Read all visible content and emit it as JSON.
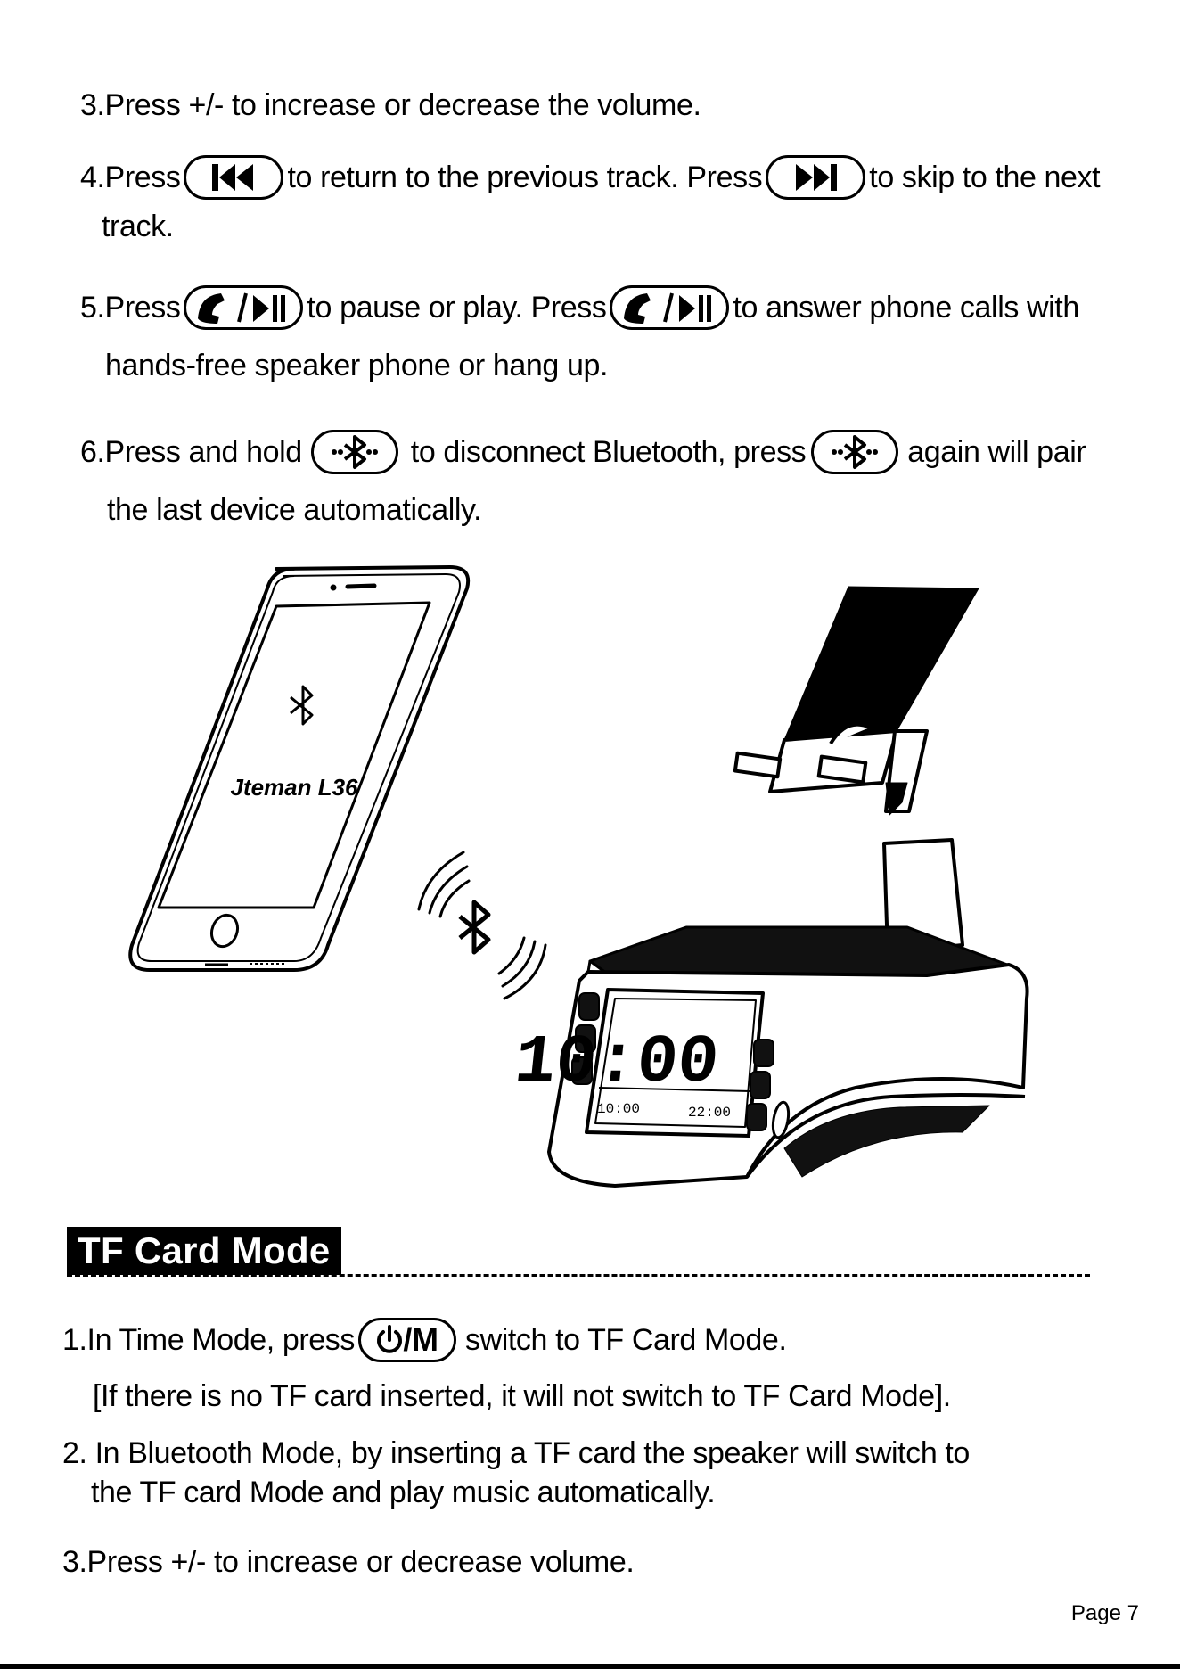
{
  "bt_steps": {
    "step3": "3.Press +/- to increase or decrease the volume.",
    "step4_a": "4.Press",
    "step4_b": "to return to the previous track. Press",
    "step4_c": "to skip to the next",
    "step4_d": "track.",
    "step5_a": "5.Press",
    "step5_b": "to pause or play. Press",
    "step5_c": "to answer phone calls with",
    "step5_d": "hands-free speaker phone or hang up.",
    "step6_a": "6.Press and hold",
    "step6_b": "to disconnect Bluetooth, press",
    "step6_c": "again will pair",
    "step6_d": "the last device automatically."
  },
  "illustration": {
    "phone_brand": "Jteman L36",
    "display_time": "10:00",
    "display_small_left": "10:00",
    "display_small_right": "22:00"
  },
  "tf_section": {
    "title": "TF Card Mode",
    "step1_a": "1.In Time Mode, press",
    "step1_button": "/M",
    "step1_b": "switch to TF Card Mode.",
    "step1_note": "[If there is no TF card inserted, it will not switch to TF Card Mode].",
    "step2_a": "2. In Bluetooth Mode, by inserting a TF card the speaker will switch to",
    "step2_b": "the TF card Mode and play music automatically.",
    "step3": "3.Press +/- to increase or decrease volume."
  },
  "footer": {
    "page": "Page 7"
  },
  "icons": [
    "previous-track-icon",
    "next-track-icon",
    "phone-play-pause-icon",
    "bluetooth-icon",
    "power-icon"
  ]
}
